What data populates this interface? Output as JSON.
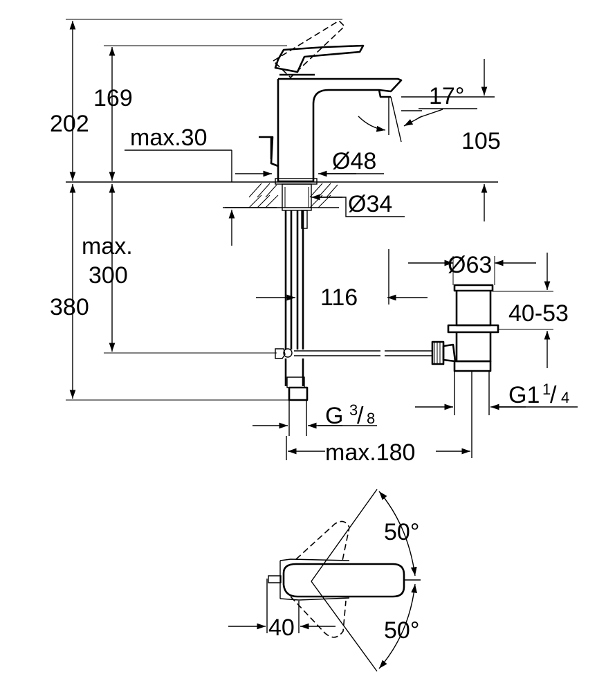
{
  "labels": {
    "h202": "202",
    "h169": "169",
    "max30": "max.30",
    "dia48": "Ø48",
    "dia34": "Ø34",
    "angle17": "17°",
    "d105": "105",
    "max_line1": "max.",
    "max_line2": "300",
    "h380": "380",
    "d116": "116",
    "dia63": "Ø63",
    "r40_53": "40-53",
    "g38_main": "G",
    "g38_num": "3",
    "g38_den": "8",
    "g114_main": "G1",
    "g114_num": "1",
    "g114_den": "4",
    "max180": "max.180",
    "angle50_top": "50°",
    "angle50_bottom": "50°",
    "d40": "40"
  }
}
